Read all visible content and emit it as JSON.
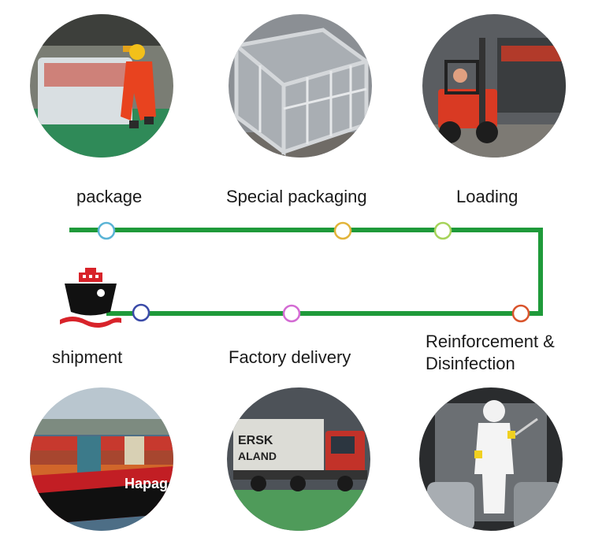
{
  "steps": {
    "package": "package",
    "special_packaging": "Special packaging",
    "loading": "Loading",
    "reinforcement_line1": "Reinforcement &",
    "reinforcement_line2": "Disinfection",
    "factory_delivery": "Factory delivery",
    "shipment": "shipment"
  },
  "photos": {
    "container_ship_text": "Hapag",
    "truck_container_text_1": "ERSK",
    "truck_container_text_2": "ALAND"
  },
  "colors": {
    "line": "#1f9a3a",
    "node_package": "#5ab4d6",
    "node_special": "#e2b43a",
    "node_loading": "#a6d35a",
    "node_reinforcement": "#d9542c",
    "node_factory": "#d36bd3",
    "node_shipment": "#3a4aa8",
    "ship_icon": "#111111",
    "ship_accent": "#d8232a"
  }
}
